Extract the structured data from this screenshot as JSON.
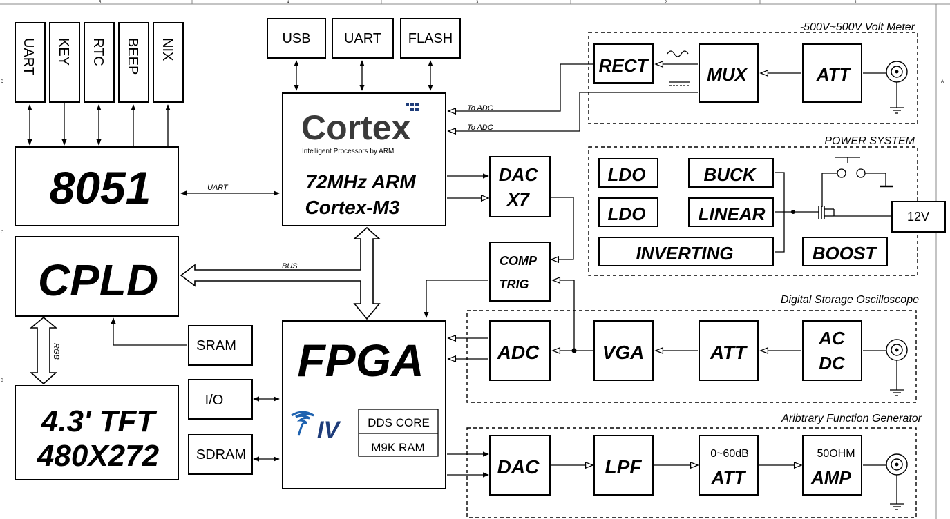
{
  "top_left_bus": [
    "UART",
    "KEY",
    "RTC",
    "BEEP",
    "NIX"
  ],
  "top_mid_bus": [
    "USB",
    "UART",
    "FLASH"
  ],
  "mcu_8051": "8051",
  "cpld": "CPLD",
  "tft_line1": "4.3' TFT",
  "tft_line2": "480X272",
  "cortex_logo": "Cortex",
  "cortex_tagline": "Intelligent Processors by ARM",
  "cortex_line1": "72MHz ARM",
  "cortex_line2": "Cortex-M3",
  "fpga": "FPGA",
  "fpga_logo": "IV",
  "dds_core": "DDS CORE",
  "m9k_ram": "M9K RAM",
  "sram": "SRAM",
  "io": "I/O",
  "sdram": "SDRAM",
  "uart_label": "UART",
  "bus_label": "BUS",
  "rgb_label": "RGB",
  "to_adc_1": "To ADC",
  "to_adc_2": "To ADC",
  "dac_x7_line1": "DAC",
  "dac_x7_line2": "X7",
  "comp_line1": "COMP",
  "comp_line2": "TRIG",
  "voltmeter": {
    "title": "-500V~500V Volt Meter",
    "rect": "RECT",
    "mux": "MUX",
    "att": "ATT"
  },
  "power": {
    "title": "POWER SYSTEM",
    "ldo1": "LDO",
    "ldo2": "LDO",
    "buck": "BUCK",
    "linear": "LINEAR",
    "inverting": "INVERTING",
    "boost": "BOOST",
    "v12": "12V"
  },
  "dso": {
    "title": "Digital Storage Oscilloscope",
    "adc": "ADC",
    "vga": "VGA",
    "att": "ATT",
    "ac": "AC",
    "dc": "DC"
  },
  "afg": {
    "title": "Aribtrary Function Generator",
    "dac": "DAC",
    "lpf": "LPF",
    "att_top": "0~60dB",
    "att": "ATT",
    "amp_top": "50OHM",
    "amp": "AMP"
  },
  "ruler_numbers": [
    "5",
    "4",
    "3",
    "2",
    "1"
  ],
  "ruler_letters": [
    "D",
    "C",
    "B",
    "A"
  ]
}
